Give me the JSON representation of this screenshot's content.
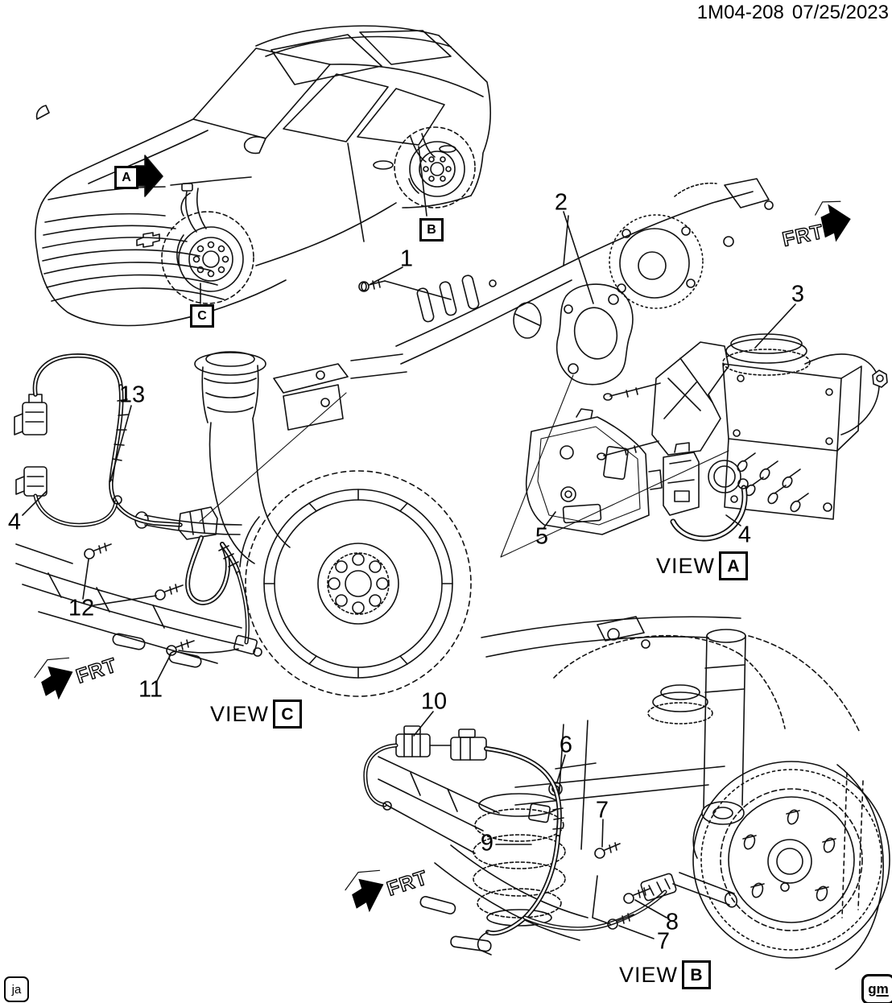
{
  "header": {
    "code": "1M04-208",
    "date": "07/25/2023"
  },
  "frt_label": "FRT",
  "vehicle_labels": {
    "a": "A",
    "b": "B",
    "c": "C"
  },
  "view_captions": {
    "a": {
      "word": "VIEW",
      "letter": "A"
    },
    "b": {
      "word": "VIEW",
      "letter": "B"
    },
    "c": {
      "word": "VIEW",
      "letter": "C"
    }
  },
  "callouts": {
    "c1": "1",
    "c2": "2",
    "c3": "3",
    "c4_view_a": "4",
    "c5": "5",
    "c13": "13",
    "c4_view_c": "4",
    "c12": "12",
    "c11": "11",
    "c10": "10",
    "c6": "6",
    "c7_upper": "7",
    "c9": "9",
    "c8": "8",
    "c7_lower": "7"
  },
  "corner_marks": {
    "left": "ja",
    "right": "gm"
  }
}
